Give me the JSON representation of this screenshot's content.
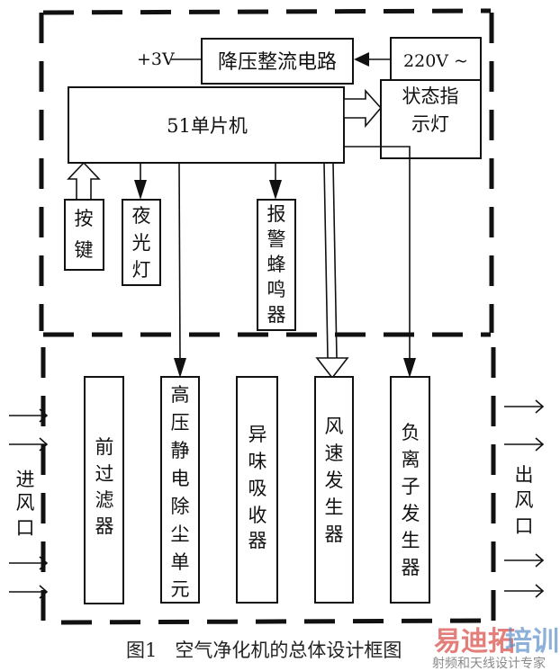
{
  "diagram": {
    "power": {
      "output_label": "+3V",
      "rectifier_label": "降压整流电路",
      "input_label": "220V ~"
    },
    "mcu": {
      "label": "51单片机"
    },
    "status_light": {
      "label": "状态指示灯",
      "lines": [
        "状态指",
        "示灯"
      ]
    },
    "control_peripherals": [
      {
        "id": "keys",
        "label": "按键",
        "chars": [
          "按",
          "键"
        ],
        "arrow": "hollow-up"
      },
      {
        "id": "night-light",
        "label": "夜光灯",
        "chars": [
          "夜",
          "光",
          "灯"
        ],
        "arrow": "solid-down"
      },
      {
        "id": "alarm-buzzer",
        "label": "报警蜂鸣器",
        "chars": [
          "报",
          "警",
          "蜂",
          "鸣",
          "器"
        ],
        "arrow": "solid-down"
      }
    ],
    "airflow_modules": [
      {
        "id": "pre-filter",
        "label": "前过滤器",
        "chars": [
          "前",
          "过",
          "滤",
          "器"
        ]
      },
      {
        "id": "hv-electrostatic",
        "label": "高压静电除尘单元",
        "chars": [
          "高",
          "压",
          "静",
          "电",
          "除",
          "尘",
          "单",
          "元"
        ]
      },
      {
        "id": "odor-absorber",
        "label": "异味吸收器",
        "chars": [
          "异",
          "味",
          "吸",
          "收",
          "器"
        ]
      },
      {
        "id": "fan-speed",
        "label": "风速发生器",
        "chars": [
          "风",
          "速",
          "发",
          "生",
          "器"
        ]
      },
      {
        "id": "anion-generator",
        "label": "负离子发生器",
        "chars": [
          "负",
          "离",
          "子",
          "发",
          "生",
          "器"
        ]
      }
    ],
    "inlet": {
      "label": "进风口",
      "chars": [
        "进",
        "风",
        "口"
      ]
    },
    "outlet": {
      "label": "出风口",
      "chars": [
        "出",
        "风",
        "口"
      ]
    }
  },
  "caption": "图1   空气净化机的总体设计框图",
  "watermark": {
    "brand_part1": "易迪拓",
    "brand_part2": "培训",
    "tagline": "射频和天线设计专家",
    "color_red": "#d9534f",
    "color_blue": "#5b8fc7"
  }
}
